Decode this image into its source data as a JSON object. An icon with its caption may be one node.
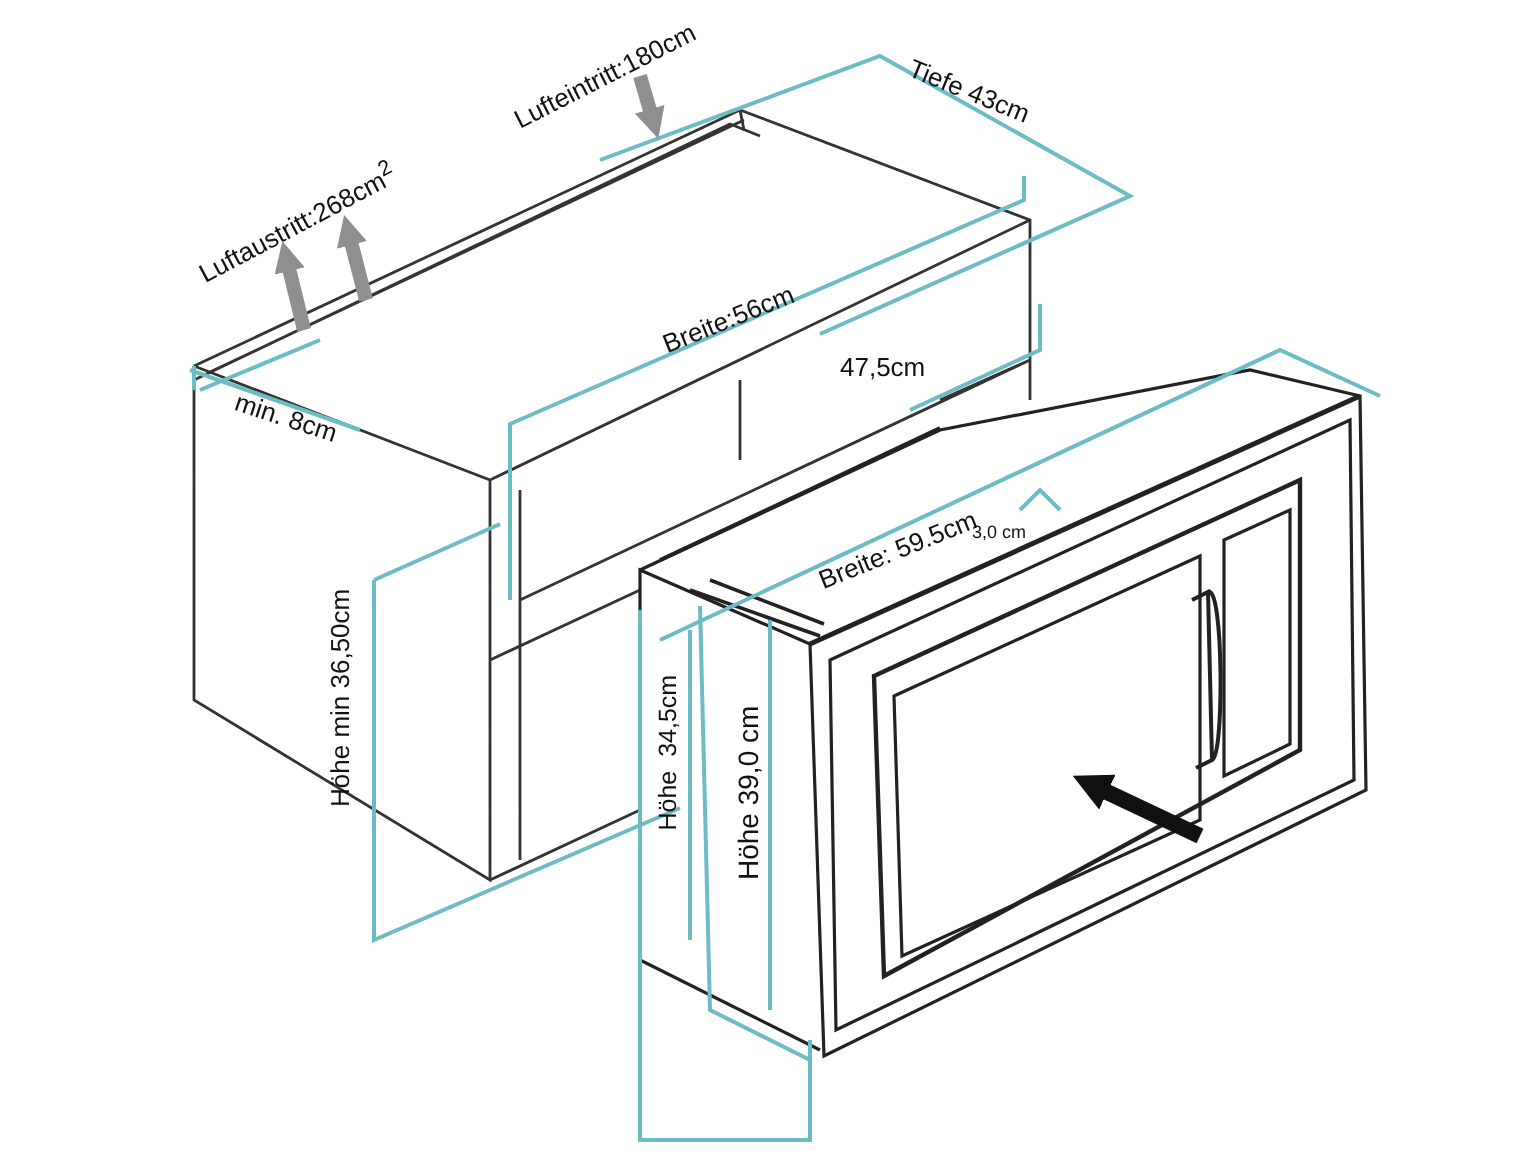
{
  "diagram": {
    "labels": [
      "Lufteintritt:180cm",
      "Luftaustritt:268cm$^{2}$",
      "Tiefe 43cm",
      "Breite:56cm",
      "47,5cm",
      "min. 8cm",
      "Breite: 59.5cm",
      "3,0 cm",
      "Höhe min 36,50cm",
      "Höhe  34,5cm",
      "Höhe 39,0 cm"
    ]
  }
}
